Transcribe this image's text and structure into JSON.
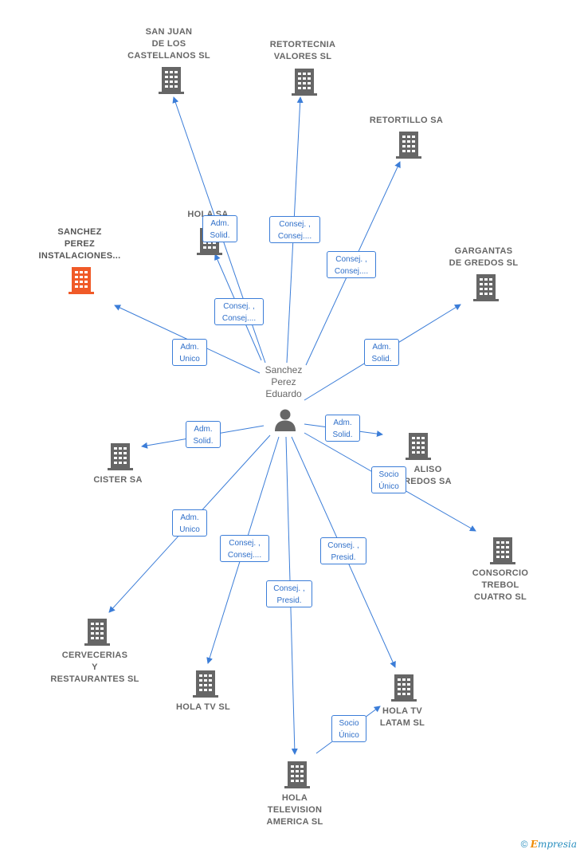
{
  "center": {
    "label": "Sanchez\nPerez\nEduardo",
    "icon": "person-icon"
  },
  "companies": [
    {
      "id": "san-juan",
      "label": "SAN JUAN\nDE LOS\nCASTELLANOS SL",
      "icon": "building-icon",
      "color": "#666666"
    },
    {
      "id": "retortecnia",
      "label": "RETORTECNIA\nVALORES SL",
      "icon": "building-icon",
      "color": "#666666"
    },
    {
      "id": "retortillo",
      "label": "RETORTILLO SA",
      "icon": "building-icon",
      "color": "#666666"
    },
    {
      "id": "hola-sa",
      "label": "HOLA SA",
      "icon": "building-icon",
      "color": "#666666"
    },
    {
      "id": "sanchez-perez",
      "label": "SANCHEZ\nPEREZ\nINSTALACIONES...",
      "icon": "building-icon",
      "color": "#f05a28"
    },
    {
      "id": "gargantas",
      "label": "GARGANTAS\nDE GREDOS SL",
      "icon": "building-icon",
      "color": "#666666"
    },
    {
      "id": "cister",
      "label": "CISTER SA",
      "icon": "building-icon",
      "color": "#666666"
    },
    {
      "id": "aliso",
      "label": "ALISO\nREDOS SA",
      "icon": "building-icon",
      "color": "#666666"
    },
    {
      "id": "consorcio",
      "label": "CONSORCIO\nTREBOL\nCUATRO SL",
      "icon": "building-icon",
      "color": "#666666"
    },
    {
      "id": "cervecerias",
      "label": "CERVECERIAS\nY\nRESTAURANTES SL",
      "icon": "building-icon",
      "color": "#666666"
    },
    {
      "id": "hola-tv",
      "label": "HOLA TV SL",
      "icon": "building-icon",
      "color": "#666666"
    },
    {
      "id": "hola-tv-latam",
      "label": "HOLA TV\nLATAM SL",
      "icon": "building-icon",
      "color": "#666666"
    },
    {
      "id": "hola-television",
      "label": "HOLA\nTELEVISION\nAMERICA SL",
      "icon": "building-icon",
      "color": "#666666"
    }
  ],
  "relations": [
    {
      "target": "san-juan",
      "label": "Adm.\nSolid."
    },
    {
      "target": "retortecnia",
      "label": "Consej. ,\nConsej...."
    },
    {
      "target": "retortillo",
      "label": "Consej. ,\nConsej...."
    },
    {
      "target": "hola-sa",
      "label": "Consej. ,\nConsej...."
    },
    {
      "target": "sanchez-perez",
      "label": "Adm.\nUnico"
    },
    {
      "target": "gargantas",
      "label": "Adm.\nSolid."
    },
    {
      "target": "cister",
      "label": "Adm.\nSolid."
    },
    {
      "target": "aliso",
      "label": "Adm.\nSolid."
    },
    {
      "target": "consorcio",
      "label": "Socio\nÚnico"
    },
    {
      "target": "cervecerias",
      "label": "Adm.\nUnico"
    },
    {
      "target": "hola-tv",
      "label": "Consej. ,\nConsej...."
    },
    {
      "target": "hola-television",
      "label": "Consej. ,\nPresid."
    },
    {
      "target": "hola-tv-latam",
      "label": "Consej. ,\nPresid."
    },
    {
      "source": "hola-television",
      "target": "hola-tv-latam",
      "label": "Socio\nÚnico"
    }
  ],
  "footer": {
    "copyright": "©",
    "brand_first": "E",
    "brand_rest": "mpresia"
  },
  "colors": {
    "edge": "#3b7dd8",
    "building": "#666666",
    "highlight": "#f05a28"
  }
}
